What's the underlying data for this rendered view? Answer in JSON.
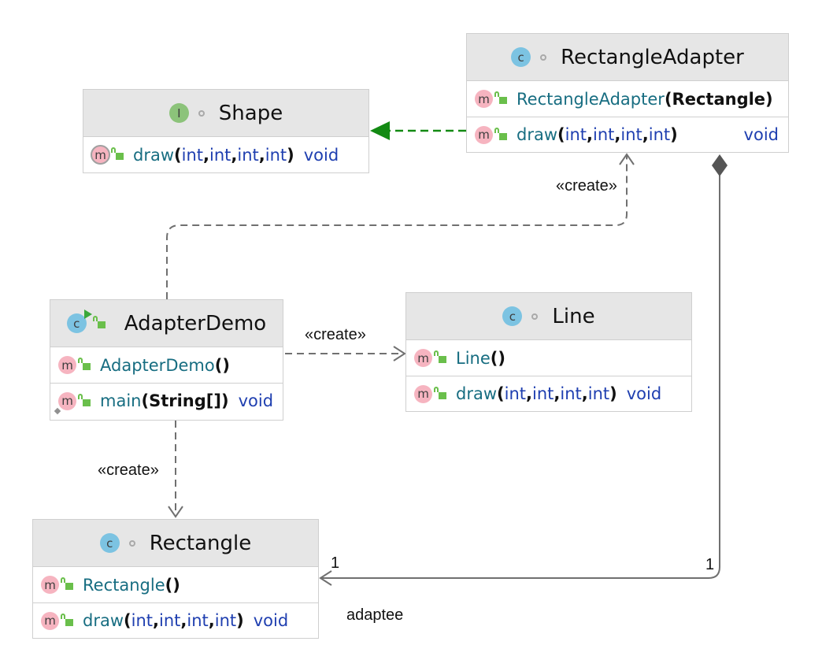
{
  "create_label": "«create»",
  "shape": {
    "badge": "I",
    "name": "Shape",
    "methods": [
      {
        "name": "draw",
        "params": [
          "int",
          "int",
          "int",
          "int"
        ],
        "ret": "void"
      }
    ]
  },
  "rectangle_adapter": {
    "badge": "c",
    "name": "RectangleAdapter",
    "methods": [
      {
        "name": "RectangleAdapter",
        "params": [
          "Rectangle"
        ],
        "ret": ""
      },
      {
        "name": "draw",
        "params": [
          "int",
          "int",
          "int",
          "int"
        ],
        "ret": "void"
      }
    ]
  },
  "adapter_demo": {
    "badge": "c",
    "name": "AdapterDemo",
    "methods": [
      {
        "name": "AdapterDemo",
        "params": [],
        "ret": ""
      },
      {
        "name": "main",
        "params": [
          "String[]"
        ],
        "ret": "void"
      }
    ]
  },
  "line": {
    "badge": "c",
    "name": "Line",
    "methods": [
      {
        "name": "Line",
        "params": [],
        "ret": ""
      },
      {
        "name": "draw",
        "params": [
          "int",
          "int",
          "int",
          "int"
        ],
        "ret": "void"
      }
    ]
  },
  "rectangle": {
    "badge": "c",
    "name": "Rectangle",
    "methods": [
      {
        "name": "Rectangle",
        "params": [],
        "ret": ""
      },
      {
        "name": "draw",
        "params": [
          "int",
          "int",
          "int",
          "int"
        ],
        "ret": "void"
      }
    ]
  },
  "badge_m": "m",
  "association": {
    "multiplicity_source": "1",
    "multiplicity_target": "1",
    "role": "adaptee"
  },
  "colors": {
    "header_bg": "#e6e6e6",
    "class_badge": "#7cc3e2",
    "interface_badge": "#8cc37a",
    "method_badge": "#f6b4c0",
    "realization_arrow": "#138a13",
    "dependency_line": "#707070",
    "method_name": "#176d81",
    "type_name": "#1f3fb0"
  }
}
